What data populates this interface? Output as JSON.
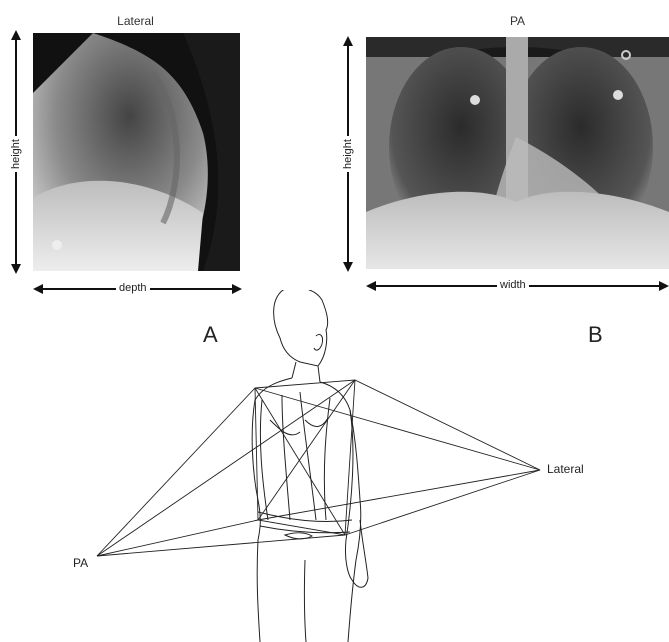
{
  "lateral_panel": {
    "title": "Lateral",
    "vertical_axis_label": "height",
    "horizontal_axis_label": "depth",
    "panel_letter": "A"
  },
  "pa_panel": {
    "title": "PA",
    "vertical_axis_label": "height",
    "horizontal_axis_label": "width",
    "panel_letter": "B"
  },
  "projection_diagram": {
    "pa_label": "PA",
    "lateral_label": "Lateral"
  }
}
